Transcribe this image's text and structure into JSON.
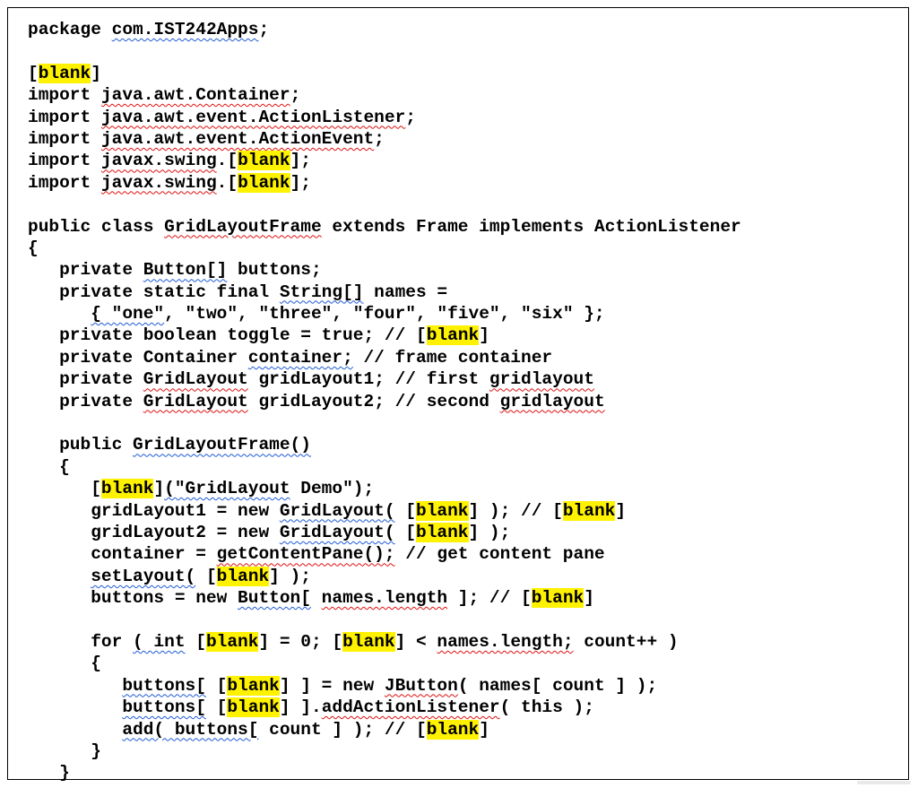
{
  "colors": {
    "highlight": "#fff200",
    "spell_squiggle": "#d11",
    "grammar_squiggle": "#1e5ad6"
  },
  "lines": [
    [
      {
        "t": "package "
      },
      {
        "t": "com.IST242Apps",
        "s": "b"
      },
      {
        "t": ";"
      }
    ],
    [],
    [
      {
        "t": "["
      },
      {
        "t": "blank",
        "h": 1
      },
      {
        "t": "]"
      }
    ],
    [
      {
        "t": "import "
      },
      {
        "t": "java.awt.Container",
        "s": "r"
      },
      {
        "t": ";"
      }
    ],
    [
      {
        "t": "import "
      },
      {
        "t": "java.awt.event.ActionListener",
        "s": "r"
      },
      {
        "t": ";"
      }
    ],
    [
      {
        "t": "import "
      },
      {
        "t": "java.awt.event.ActionEvent",
        "s": "r"
      },
      {
        "t": ";"
      }
    ],
    [
      {
        "t": "import "
      },
      {
        "t": "javax.swing",
        "s": "r"
      },
      {
        "t": ".["
      },
      {
        "t": "blank",
        "h": 1
      },
      {
        "t": "];"
      }
    ],
    [
      {
        "t": "import "
      },
      {
        "t": "javax.swing",
        "s": "r"
      },
      {
        "t": ".["
      },
      {
        "t": "blank",
        "h": 1
      },
      {
        "t": "];"
      }
    ],
    [],
    [
      {
        "t": "public class "
      },
      {
        "t": "GridLayoutFrame",
        "s": "r"
      },
      {
        "t": " extends Frame implements ActionListener"
      }
    ],
    [
      {
        "t": "{"
      }
    ],
    [
      {
        "t": "   private "
      },
      {
        "t": "Button[]",
        "s": "b"
      },
      {
        "t": " buttons;"
      }
    ],
    [
      {
        "t": "   private static final "
      },
      {
        "t": "String[]",
        "s": "b"
      },
      {
        "t": " names ="
      }
    ],
    [
      {
        "t": "      "
      },
      {
        "t": "{ \"one\"",
        "s": "b"
      },
      {
        "t": ", \"two\", \"three\", \"four\", \"five\", \"six\" };"
      }
    ],
    [
      {
        "t": "   private boolean toggle = true; // ["
      },
      {
        "t": "blank",
        "h": 1
      },
      {
        "t": "]"
      }
    ],
    [
      {
        "t": "   private Container "
      },
      {
        "t": "container;",
        "s": "b"
      },
      {
        "t": " // frame container"
      }
    ],
    [
      {
        "t": "   private "
      },
      {
        "t": "GridLayout",
        "s": "r"
      },
      {
        "t": " gridLayout1; // first "
      },
      {
        "t": "gridlayout",
        "s": "r"
      }
    ],
    [
      {
        "t": "   private "
      },
      {
        "t": "GridLayout",
        "s": "r"
      },
      {
        "t": " gridLayout2; // second "
      },
      {
        "t": "gridlayout",
        "s": "r"
      }
    ],
    [],
    [
      {
        "t": "   public "
      },
      {
        "t": "GridLayoutFrame()",
        "s": "b"
      }
    ],
    [
      {
        "t": "   {"
      }
    ],
    [
      {
        "t": "      ["
      },
      {
        "t": "blank",
        "h": 1
      },
      {
        "t": "]"
      },
      {
        "t": "(\"GridLayout",
        "s": "b"
      },
      {
        "t": " Demo\");"
      }
    ],
    [
      {
        "t": "      gridLayout1 = new "
      },
      {
        "t": "GridLayout(",
        "s": "b"
      },
      {
        "t": " ["
      },
      {
        "t": "blank",
        "h": 1
      },
      {
        "t": "] ); // ["
      },
      {
        "t": "blank",
        "h": 1
      },
      {
        "t": "]"
      }
    ],
    [
      {
        "t": "      gridLayout2 = new "
      },
      {
        "t": "GridLayout(",
        "s": "b"
      },
      {
        "t": " ["
      },
      {
        "t": "blank",
        "h": 1
      },
      {
        "t": "] );"
      }
    ],
    [
      {
        "t": "      container = "
      },
      {
        "t": "getContentPane();",
        "s": "r"
      },
      {
        "t": " // get content pane"
      }
    ],
    [
      {
        "t": "      "
      },
      {
        "t": "setLayout(",
        "s": "b"
      },
      {
        "t": " ["
      },
      {
        "t": "blank",
        "h": 1
      },
      {
        "t": "] );"
      }
    ],
    [
      {
        "t": "      buttons = new "
      },
      {
        "t": "Button[",
        "s": "b"
      },
      {
        "t": " "
      },
      {
        "t": "names.length",
        "s": "r"
      },
      {
        "t": " ]; // ["
      },
      {
        "t": "blank",
        "h": 1
      },
      {
        "t": "]"
      }
    ],
    [],
    [
      {
        "t": "      for "
      },
      {
        "t": "( int",
        "s": "b"
      },
      {
        "t": " ["
      },
      {
        "t": "blank",
        "h": 1
      },
      {
        "t": "] = 0; ["
      },
      {
        "t": "blank",
        "h": 1
      },
      {
        "t": "] < "
      },
      {
        "t": "names.length;",
        "s": "r"
      },
      {
        "t": " count++ )"
      }
    ],
    [
      {
        "t": "      {"
      }
    ],
    [
      {
        "t": "         "
      },
      {
        "t": "buttons[",
        "s": "b"
      },
      {
        "t": " ["
      },
      {
        "t": "blank",
        "h": 1
      },
      {
        "t": "] ] = new "
      },
      {
        "t": "JButton",
        "s": "r"
      },
      {
        "t": "( names[ count ] );"
      }
    ],
    [
      {
        "t": "         "
      },
      {
        "t": "buttons[",
        "s": "b"
      },
      {
        "t": " ["
      },
      {
        "t": "blank",
        "h": 1
      },
      {
        "t": "] ]."
      },
      {
        "t": "addActionListener",
        "s": "r"
      },
      {
        "t": "( this );"
      }
    ],
    [
      {
        "t": "         "
      },
      {
        "t": "add( buttons[",
        "s": "b"
      },
      {
        "t": " count ] ); // ["
      },
      {
        "t": "blank",
        "h": 1
      },
      {
        "t": "]"
      }
    ],
    [
      {
        "t": "      }"
      }
    ],
    [
      {
        "t": "   }"
      }
    ]
  ]
}
